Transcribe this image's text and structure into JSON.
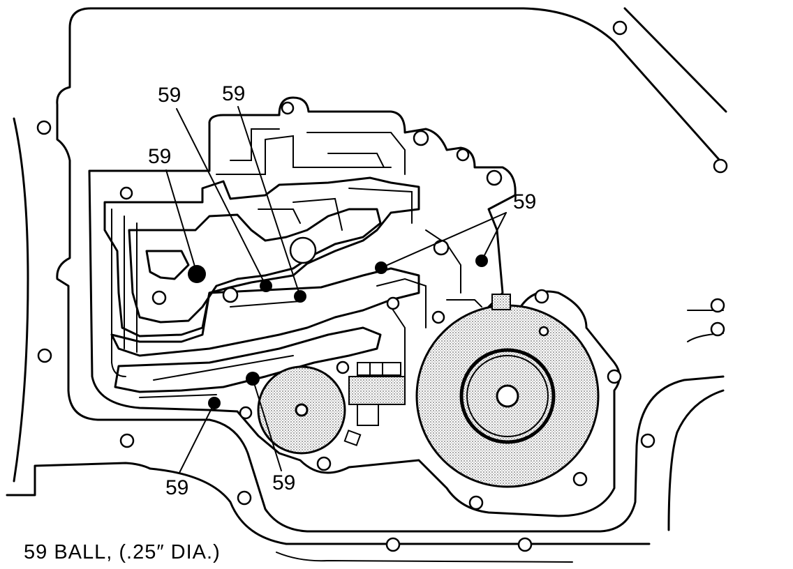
{
  "callouts": [
    {
      "id": "a",
      "label": "59"
    },
    {
      "id": "b",
      "label": "59"
    },
    {
      "id": "c",
      "label": "59"
    },
    {
      "id": "d",
      "label": "59"
    },
    {
      "id": "e",
      "label": "59"
    },
    {
      "id": "f",
      "label": "59"
    }
  ],
  "legend": {
    "text": "59  BALL, (.25″ DIA.)"
  },
  "colors": {
    "ink": "#000000",
    "paper": "#ffffff",
    "stipple": "#b8b8b8"
  }
}
